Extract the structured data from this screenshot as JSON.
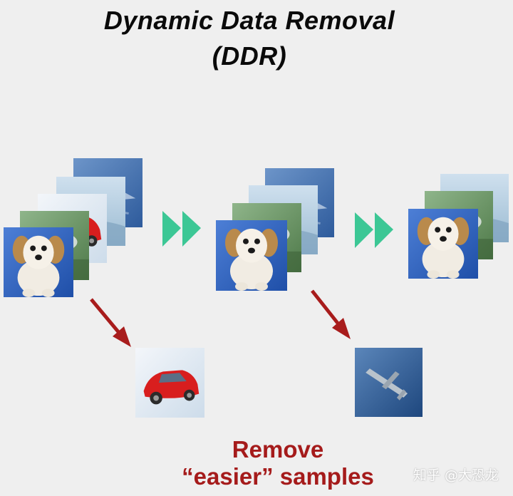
{
  "title": {
    "line1": "Dynamic Data Removal",
    "line2": "(DDR)"
  },
  "caption": {
    "line1": "Remove",
    "line2": "“easier” samples"
  },
  "watermark": "知乎 @大恐龙",
  "colors": {
    "forward_arrow": "#3cc795",
    "removal_arrow": "#a81c1c",
    "caption_text": "#a51b1b"
  },
  "stages": [
    {
      "images": [
        "airplane",
        "sky",
        "car",
        "bird",
        "dog"
      ]
    },
    {
      "images": [
        "airplane",
        "sky",
        "bird",
        "dog"
      ]
    },
    {
      "images": [
        "sky",
        "bird",
        "dog"
      ]
    }
  ],
  "removed": [
    "car",
    "airplane"
  ]
}
